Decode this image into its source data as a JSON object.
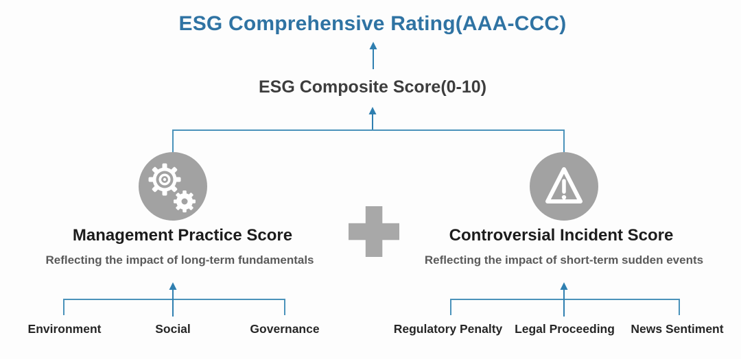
{
  "palette": {
    "title_blue": "#2f73a3",
    "connector_blue": "#4a92ba",
    "arrow_blue": "#2f7fb0",
    "icon_gray": "#a2a2a2",
    "plus_gray": "#a8a8a8",
    "heading_dark": "#1c1c1c",
    "subtitle_gray": "#5a5a5a"
  },
  "header": {
    "title": "ESG Comprehensive Rating(AAA-CCC)"
  },
  "composite": {
    "label": "ESG Composite Score(0-10)"
  },
  "branches": {
    "operator": "plus",
    "left": {
      "icon": "gears-icon",
      "title": "Management Practice Score",
      "subtitle": "Reflecting the impact of long-term fundamentals",
      "factors": [
        "Environment",
        "Social",
        "Governance"
      ]
    },
    "right": {
      "icon": "warning-icon",
      "title": "Controversial Incident Score",
      "subtitle": "Reflecting the impact of short-term sudden events",
      "factors": [
        "Regulatory Penalty",
        "Legal Proceeding",
        "News Sentiment"
      ]
    }
  }
}
